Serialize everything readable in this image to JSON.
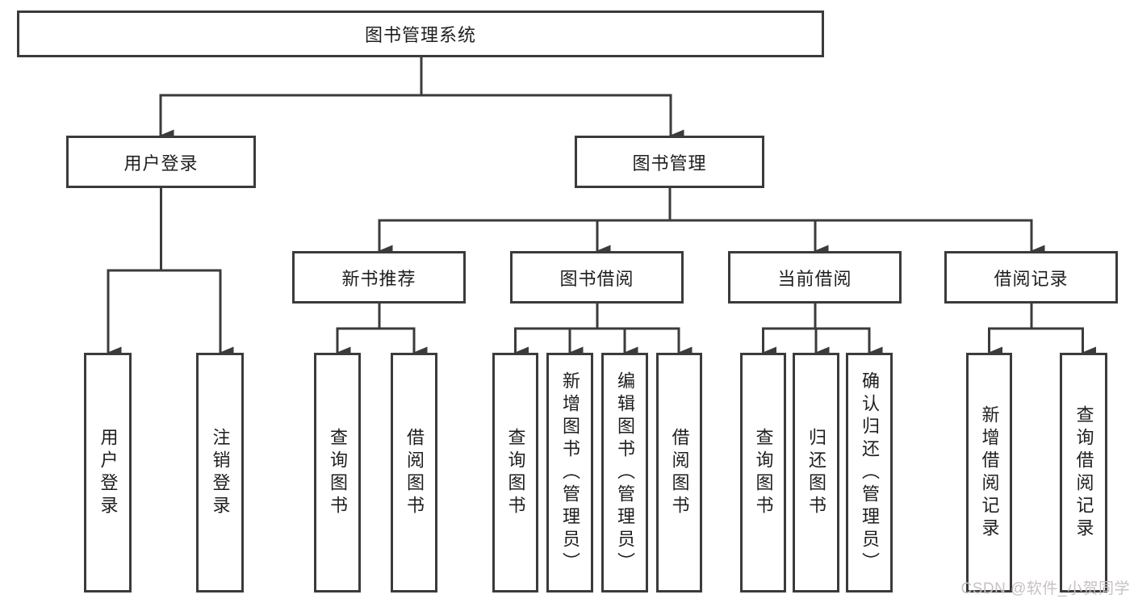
{
  "diagram": {
    "root": "图书管理系统",
    "level2": [
      "用户登录",
      "图书管理"
    ],
    "level3": [
      "新书推荐",
      "图书借阅",
      "当前借阅",
      "借阅记录"
    ],
    "leaf_groups": [
      {
        "parent": "用户登录",
        "items": [
          "用户登录",
          "注销登录"
        ]
      },
      {
        "parent": "新书推荐",
        "items": [
          "查询图书",
          "借阅图书"
        ]
      },
      {
        "parent": "图书借阅",
        "items": [
          "查询图书",
          "新增图书（管理员）",
          "编辑图书（管理员）",
          "借阅图书"
        ]
      },
      {
        "parent": "当前借阅",
        "items": [
          "查询图书",
          "归还图书",
          "确认归还（管理员）"
        ]
      },
      {
        "parent": "借阅记录",
        "items": [
          "新增借阅记录",
          "查询借阅记录"
        ]
      }
    ]
  },
  "watermark": {
    "text": "CSDN @软件_小贺同学"
  },
  "colors": {
    "line": "#3b3b3b",
    "box_border": "#3b3b3b",
    "text": "#1e1e1e",
    "watermark": "#c8c1c1",
    "background": "#ffffff"
  }
}
